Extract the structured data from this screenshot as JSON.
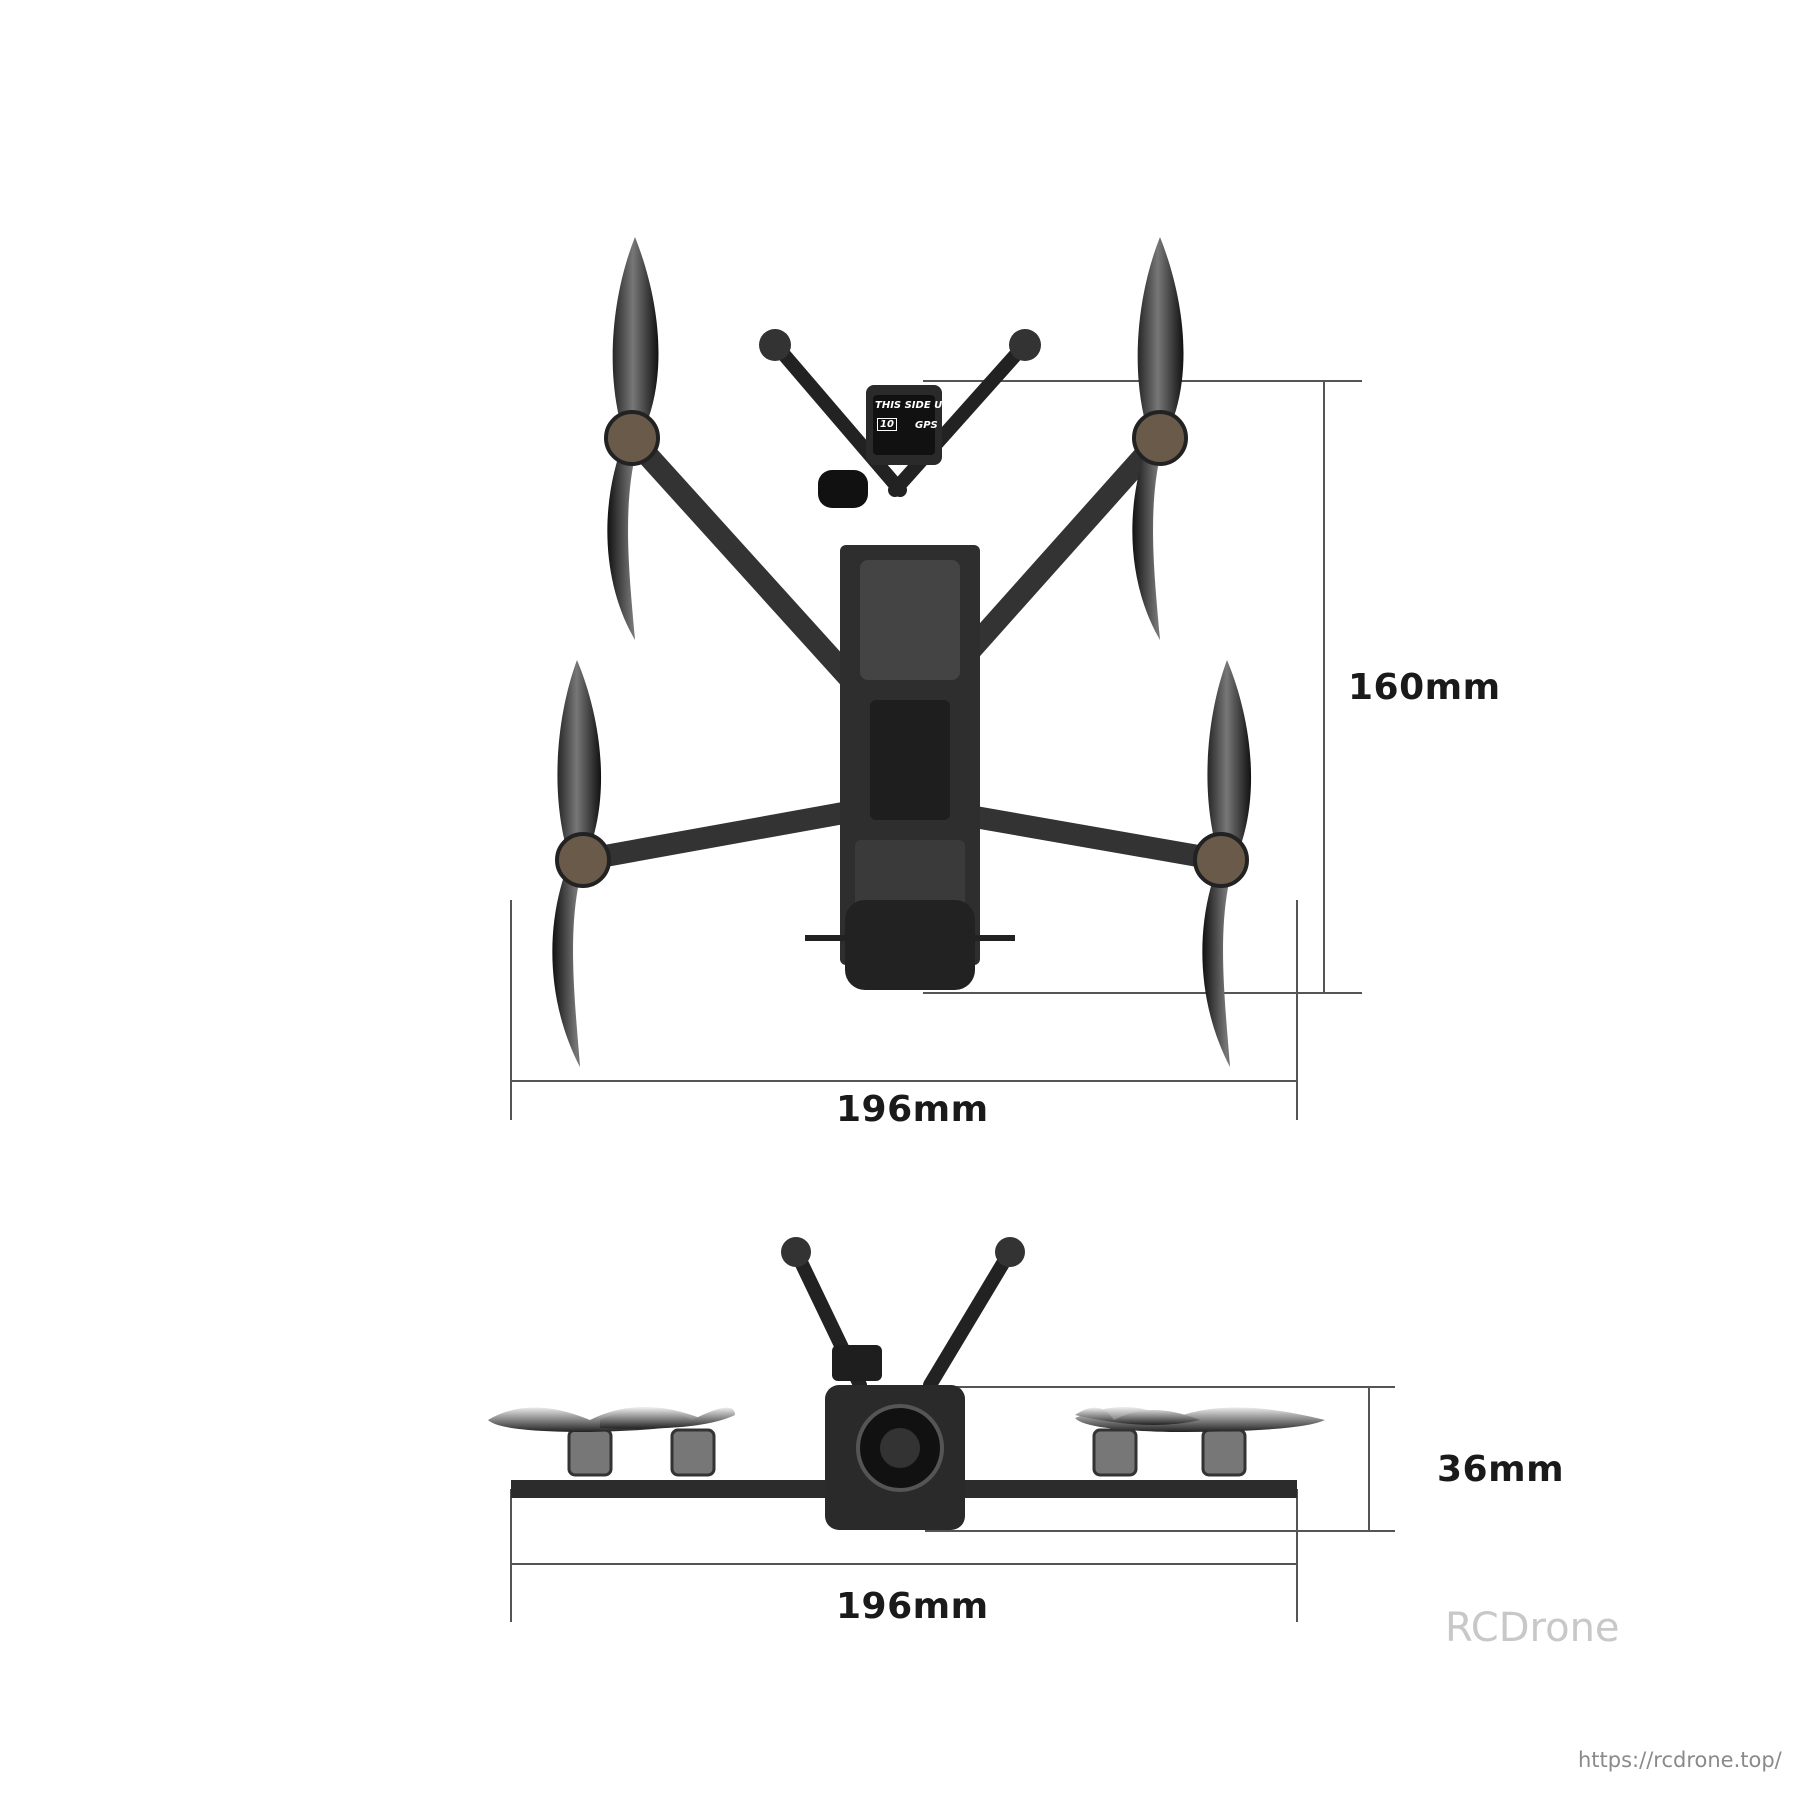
{
  "top_view": {
    "height_label": "160mm",
    "width_label": "196mm",
    "gps_label": "THIS SIDE UP",
    "gps_sub": "GPS",
    "gps_size": "10"
  },
  "side_view": {
    "height_label": "36mm",
    "width_label": "196mm"
  },
  "watermark": "RCDrone",
  "url": "https://rcdrone.top/",
  "colors": {
    "frame": "#2b2b2b",
    "dimension_line": "#555555",
    "watermark": "#c8c8c8"
  }
}
